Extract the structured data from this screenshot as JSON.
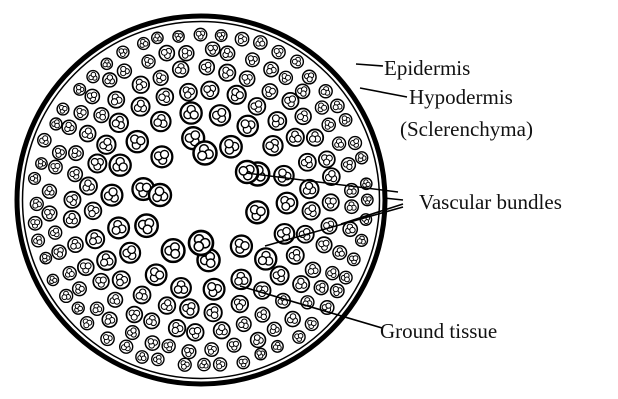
{
  "labels": {
    "epidermis": "Epidermis",
    "hypodermis": "Hypodermis",
    "sclerenchyma": "(Sclerenchyma)",
    "vascular_bundles": "Vascular bundles",
    "ground_tissue": "Ground tissue"
  }
}
